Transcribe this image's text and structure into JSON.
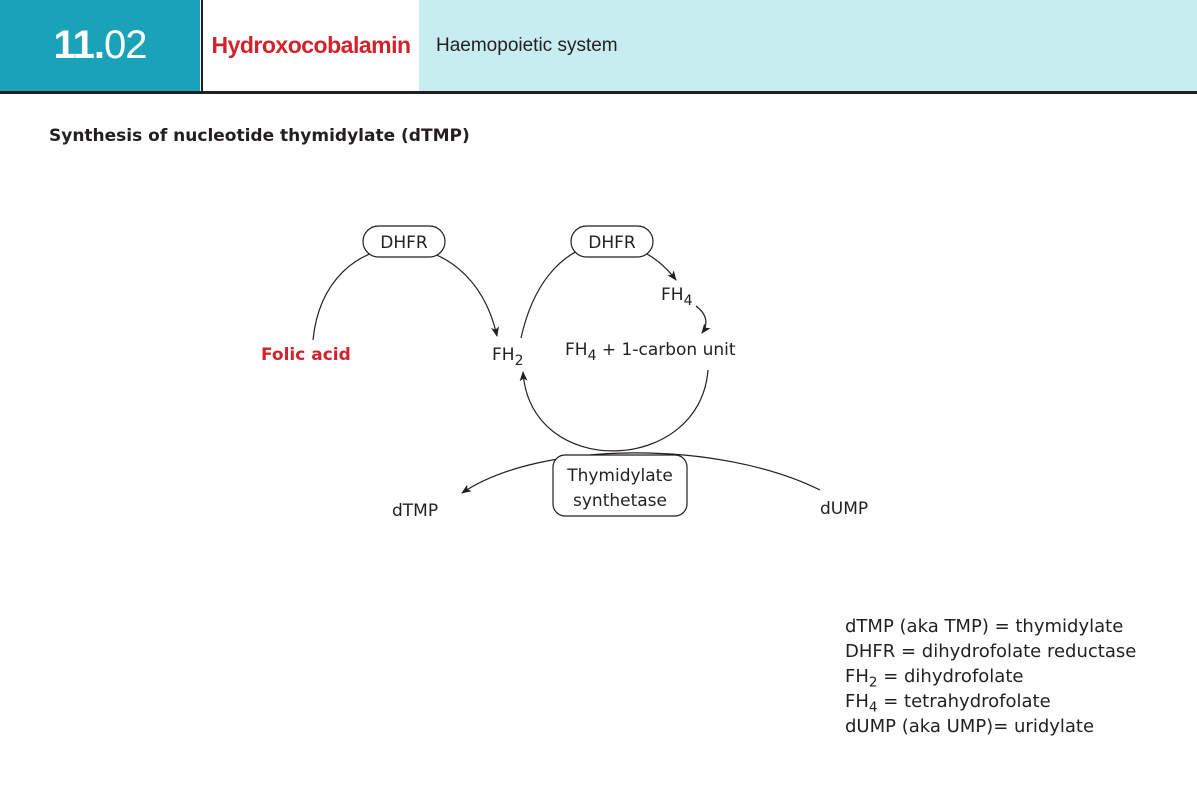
{
  "header": {
    "section_major": "11.",
    "section_minor": "02",
    "title": "Hydroxocobalamin",
    "system": "Haemopoietic system"
  },
  "subtitle": "Synthesis of nucleotide thymidylate (dTMP)",
  "diagram": {
    "enzyme_left": "DHFR",
    "enzyme_right": "DHFR",
    "folic_acid": "Folic acid",
    "fh2_base": "FH",
    "fh2_sub": "2",
    "fh4_base": "FH",
    "fh4_sub": "4",
    "fh4_carbon_base": "FH",
    "fh4_carbon_sub": "4",
    "fh4_carbon_rest": " + 1-carbon unit",
    "synthetase_line1": "Thymidylate",
    "synthetase_line2": "synthetase",
    "dtmp": "dTMP",
    "dump": "dUMP"
  },
  "legend": {
    "line1": "dTMP (aka TMP) = thymidylate",
    "line2": "DHFR = dihydrofolate reductase",
    "line3_base": "FH",
    "line3_sub": "2",
    "line3_rest": " = dihydrofolate",
    "line4_base": "FH",
    "line4_sub": "4",
    "line4_rest": " = tetrahydrofolate",
    "line5": "dUMP (aka UMP)= uridylate"
  },
  "colors": {
    "teal": "#1aa3b8",
    "light_teal": "#c8edf0",
    "red": "#d2232a",
    "text": "#231f20"
  }
}
